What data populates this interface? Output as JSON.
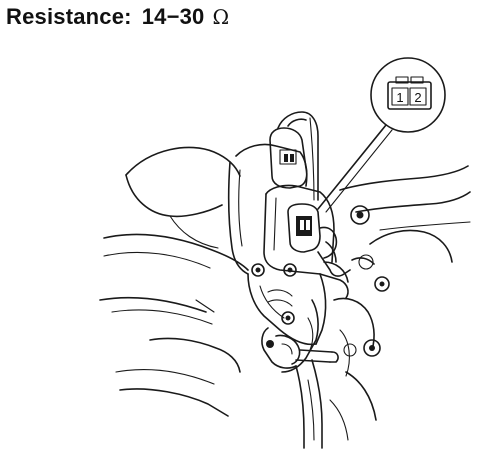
{
  "spec": {
    "label": "Resistance:",
    "value": "14−30",
    "unit": "Ω"
  },
  "connector_callout": {
    "pins": [
      "1",
      "2"
    ]
  }
}
